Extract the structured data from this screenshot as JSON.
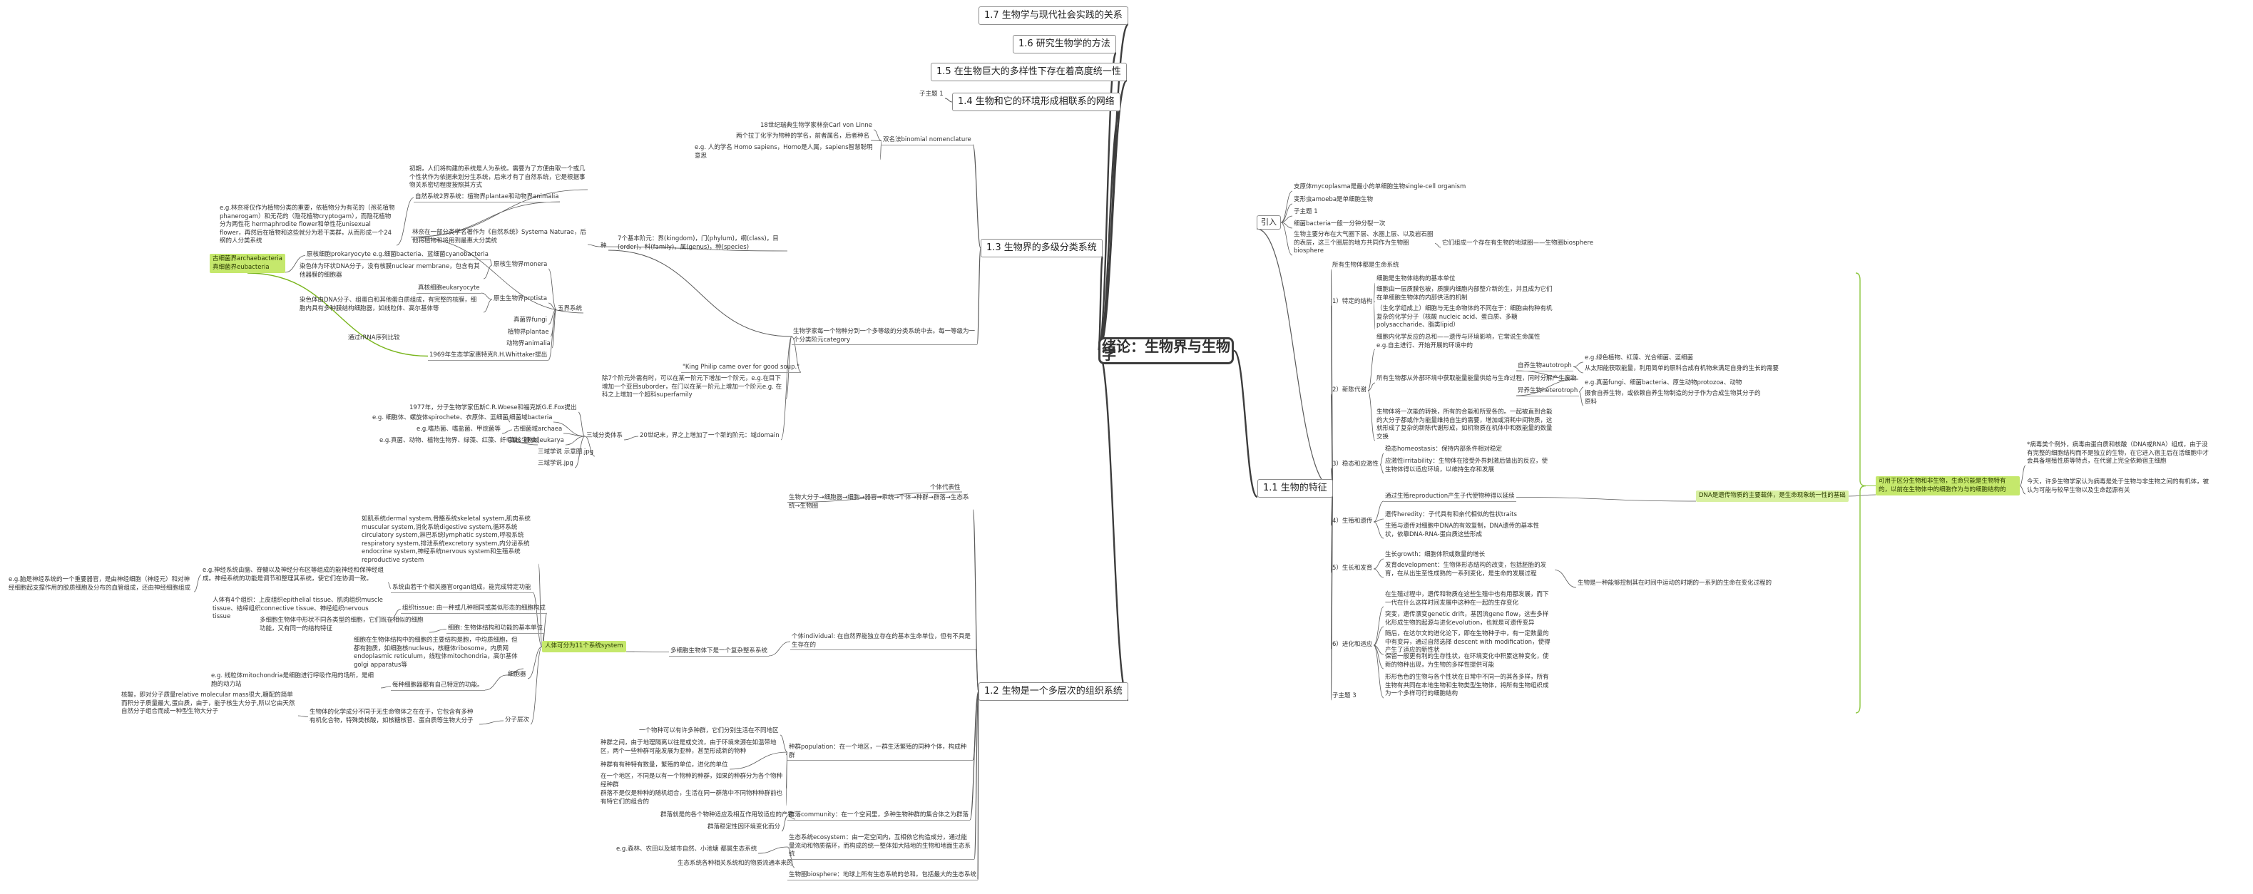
{
  "central_topic": "绪论：生物界与生物学",
  "top_sections": [
    {
      "id": "s17",
      "label": "1.7 生物学与现代社会实践的关系"
    },
    {
      "id": "s16",
      "label": "1.6 研究生物学的方法"
    },
    {
      "id": "s15",
      "label": "1.5 在生物巨大的多样性下存在着高度统一性"
    },
    {
      "id": "s14",
      "label": "1.4 生物和它的环境形成相联系的网络"
    },
    {
      "id": "s13",
      "label": "1.3 生物界的多级分类系统"
    },
    {
      "id": "s12",
      "label": "1.2 生物是一个多层次的组织系统"
    }
  ],
  "s14_child": "子主题 1",
  "s13": {
    "binomial": "双名法binomial nomenclature",
    "binomial_creator": "18世纪瑞典生物学家林奈Carl von Linne",
    "binomial_detail": "两个拉丁化字为物种的学名，前者属名，后者种名",
    "binomial_example": "e.g. 人的学名 Homo sapiens，Homo是人属，sapiens智慧聪明意思",
    "genus_label": "种",
    "classification": "生物学家每一个物种分到一个多等级的分类系统中去。每一等级为一个分类阶元category",
    "seven_ranks": "7个基本阶元：界(kingdom)，门(phylum)，纲(class)，目(order)，科(family)，属(genus)，种(species)",
    "linnaeus_system": "林奈在一部分类学名著作为《自然系统》Systema Naturae，后他将植物和将用到最惠大分类统",
    "early_two": "初期，人们将构建的系统是人为系统。需要为了方便由取一个或几个性状作为依据来划分生系统，后来才有了自然系统，它是根据事物关系密切程度按照其方式",
    "two_kingdoms": "自然系统2界系统：植物界plantae和动物界animalia",
    "two_kingdoms_ex": "e.g.林奈将仅作为植物分类的重要，依植物分为有花的（孢花植物phanerogam）和无花的（隐花植物cryptogam），而隐花植物分为两性花 hermaphrodite flower和单性花unisexual flower，再然后在植物和这些就分为若干类群，从而形成一个24纲的人分类系统",
    "five_kingdom_label": "五界系统",
    "monera": "原核生物界monera",
    "prokaryote": "原核细胞prokaryocyte e.g.细菌bacteria、蓝细菌cyanobacteria",
    "prokaryote_desc": "染色体为环状DNA分子，没有核膜nuclear membrane，包含有其他器膜的细胞器",
    "archaea_label": "古细菌界archaebacteria\n真细菌界eubacteria",
    "protista": "原生生物界protista",
    "eukaryote": "真核细胞eukaryocyte",
    "eukaryote_desc": "染色体由DNA分子、组蛋白和其他蛋白质组成，有完整的核膜，细胞内具有多种膜结构细胞器，如线粒体、高尔基体等",
    "fungi": "真菌界fungi",
    "plantae": "植物界plantae",
    "animalia": "动物界animalia",
    "five_kingdom_proposer": "1969年生态学家惠特克R.H.Whittaker提出",
    "rna_note": "通过rRNA序列比较",
    "king_philip": "\"King Philip came over for good soup.\"",
    "refine": "除7个阶元外需有时，可以在某一阶元下增加一个阶元，e.g.在目下增加一个亚目suborder，在门以在某一阶元上增加一个阶元e.g. 在科之上增加一个超科superfamily",
    "three_domain_label": "三域分类体系",
    "three_domain_intro": "20世纪末，界之上增加了一个新的阶元：域domain",
    "woese": "1977年，分子生物学家伍斯C.R.Woese和福克斯G.E.Fox提出",
    "bacteria_ex": "e.g. 细胞体、螺旋体spirochete、衣原体、蓝细菌",
    "bacteria_domain": "细菌域bacteria",
    "archaea_ex": "e.g.嗜热菌、嗜盐菌、甲烷菌等",
    "archaea_domain": "古细菌域archaea",
    "eukarya_ex": "e.g.真菌、动物、植物生物界、绿藻、红藻、纤毛虫、鞭虫",
    "eukarya_domain": "真核生物域eukarya",
    "img1": "三域学说 示意图.jpg",
    "img2": "三域学说.jpg"
  },
  "s12": {
    "child_label": "个体代表性",
    "hierarchy": "生物大分子→细胞器→细胞→器官→系统→个体→种群→群落→生态系统→生物圈",
    "individual": "个体individual: 在自然界能独立存在的基本生命单位，但有不具是生存在的",
    "multicell": "多细胞生物体下是一个复杂整系系统",
    "human_system": "人体可分为11个系统system",
    "systems_list": "如肌系统dermal system,骨骼系统skeletal system,肌肉系统muscular system,消化系统digestive system,循环系统circulatory system,淋巴系统lymphatic system,呼吸系统respiratory system,排泄系统excretory system,内分泌系统endocrine system,神经系统nervous system和生殖系统reproductive system",
    "organ_ex_long": "e.g.神经系统由脑、脊髓以及神经分布区等组成的能神经和保神经组成。神经系统的功能是调节和整理其系统，使它们在协调一致。",
    "organ_ex_long2": "e.g.脑是神经系统的一个重要器官，是由神经细胞（神经元）和对神经细胞起支撑作用的胶质细胞及分布的血管组成，还由神经细胞组成",
    "systems": "系统由若干个相关器官organ组成，能完成特定功能",
    "tissue_types": "人体有4个组织：上皮组织epithelial tissue、肌肉组织muscle tissue、结缔组织connective tissue、神经组织nervous tissue",
    "tissue": "组织tissue: 由一种或几种相同或类似形态的细胞构成",
    "cells_basis": "多细胞生物体中形状不同各类型的细胞，它们既在相似的细胞功能，又有同一的结构特征",
    "cell": "细胞: 生物体结构和功能的基本单位",
    "organelles": "细胞在生物体结构中的细胞的主要结构是胞，中均质细胞，但都有胞质，如细胞核nucleus，核糖体ribosome，内质网endoplasmic reticulum，线粒体mitochondria，高尔基体golgi apparatus等",
    "organelle_label": "细胞器",
    "mito_ex": "e.g. 线粒体mitochondria是细胞进行呼吸作用的场所，是细胞的动力站",
    "organelle_parts": "每种细胞器都有自己特定的功能。",
    "molecule_desc": "核酸，即对分子质量relative molecular mass很大,糖配的简单而积分子质量最大,蛋白质，由于，能子核生大分子,所以它由天然自然分子组合而成一种型生物大分子",
    "molecule_desc2": "生物体的化学成分不同于无生命物体之在在于，它包含有多种有机化合物，特殊类核酸，如核糖核苷、蛋白质等生物大分子",
    "molecule_label": "分子层次",
    "population_desc": "一个物种可以有许多种群，它们分别生活在不同地区",
    "population_range": "种群之间，由于地理隔离以往是或交流，由于环境来源在如温带地区，两个一些种群可能发展为亚种，甚至形成新的物种",
    "population": "种群population：在一个地区，一群生活繁殖的同种个体，构成种群",
    "population_feat": "种群有有种特有数量，繁殖的单位，进化的单位",
    "community_desc": "在一个地区，不同是以有一个物种的种群，如果的种群分为各个物种经种群",
    "community_order": "群落不是仅是种种的随机组合，生活在同一群落中不同物种种群前也有特它们的组合的",
    "community": "群落community：在一个空间里，多种生物种群的集合体之为群落",
    "community_eco": "群落就是的各个物种适应及相互作用较适应的产物",
    "community_stab": "群落稳定性因环境变化而分",
    "ecosystem_desc": "生态系统ecosystem：由一定空间内，互相依它构造成分，通过能量流动和物质循环，而构成的统一整体如大陆地的生物和地面生态系统",
    "ecosystem_ex": "e.g.森林、农田以及城市自然、小池塘 都属生态系统",
    "ecosystem_comp": "生态系统各种相关系统和的物质流通本来的",
    "biosphere": "生物圈biosphere：地球上所有生态系统的总和。包括最大的生态系统"
  },
  "s11": {
    "title": "1.1 生物的特征",
    "intro_label": "引入",
    "intro_items": [
      "支原体mycoplasma是最小的单细胞生物single-cell organism",
      "变形虫amoeba是单细胞生物",
      "子主题 1",
      "细菌bacteria一般一分钟分裂一次",
      "生物主要分布在大气圈下层、水圈上层、以及岩石圈的表层，这三个圈层的地方共同作为生物圈biosphere"
    ],
    "biosphere_note": "它们组成一个存在有生物的地球圈——生物圈biosphere",
    "diversity": "所有生物体都是生命系统",
    "traits": [
      {
        "num": "1）",
        "label": "特定的结构"
      },
      {
        "num": "2）",
        "label": "新陈代谢"
      },
      {
        "num": "3）",
        "label": "稳态和应激性"
      },
      {
        "num": "4）",
        "label": "生殖和遗传"
      },
      {
        "num": "5）",
        "label": "生长和发育"
      },
      {
        "num": "6）",
        "label": "进化和适应"
      },
      {
        "num": "",
        "label": "子主题 3"
      }
    ],
    "struct_items": [
      "细胞是生物体结构的基本单位",
      "细胞由一层质膜包被，质膜内细胞内部整介新的生，并且成为它们在单细胞生物体的内部供活的机制",
      "（生化学组成上）细胞与无生命物体的不同在于：细胞由构种有机复杂的化学分子（核酸 nucleic acid、蛋白质、多糖polysaccharide、脂类lipid）"
    ],
    "metab_intro": "细胞内化学反应的总和——遗传与环境影响，它常说生命属性 e.g.自主进行、开始开展的环境中的",
    "metab_main": "所有生物都从外部环境中获取能量能量供给与生命过程，同时分解产生废物",
    "autotroph": "自养生物autotroph",
    "autotroph_ex": "e.g.绿色植物、红藻、光合细菌、蓝细菌",
    "autotroph_desc": "从太阳能获取能量，利用简单的原料合成有机物来满足自身的生长的需要",
    "heterotroph": "异养生物heterotroph",
    "heterotroph_ex": "e.g.真菌fungi、细菌bacteria、原生动物protozoa、动物",
    "heterotroph_desc": "摄食自养生物，或依赖自养生物制造的分子作为合成生物其分子的原料",
    "energy_desc": "生物体将一次能的转换，所有的合能和所受各的。一起被直到合能的大分子都或作为能量维持自生的需要，增加或消耗中间物质，这就形成了复杂的新陈代谢形成，如机物质在机体中和数能量的数量交换",
    "homeo_desc": "稳态homeostasis：保持内部条件相对稳定",
    "irrit_desc": "应激性irritability：生物体在接受外界刺激后做出的反应，使生物体得以适应环境，以维持生存和发展",
    "repro_desc": "通过生殖reproduction产生子代使物种得以延续",
    "hered_desc": "遗传heredity：子代具有和亲代相似的性状traits",
    "dna_desc": "生殖与遗传对细胞中DNA的有效复制，DNA遗传的基本性状，依靠DNA-RNA-蛋白质这些形成",
    "growth_desc": "生长growth：细胞体积或数量的增长",
    "devel_desc": "发育development：生物体形态结构的改变，包括胚胎的发育，在从出生至性成熟的一系列变化，是生命的发展过程",
    "devel_note": "生物是一种能够控制其在时间中运动的时期的一系列的生命在变化过程的",
    "evolve_intro": "在生殖过程中，遗传和物质在这些生殖中也有用都发展，而下一代在什么这样时间发展中这种在一起的生存变化",
    "drift": "突变，遗传漂变genetic drift，基因流gene flow，这些多样化形成生物的起源与进化evolution，也就是可遗传变异",
    "darwin": "随后，在达尔文的进化论下，即在生物种子中，有一定数量的中有变异，通过自然选择 descent with modification，使得产生了适应的新性状",
    "adapt": "保留一般更有利的生存性状，在环境变化中积累这种变化，使新的物种出现，为生物的多样性提供可能",
    "unity": "形形色色的生物与各个性状在日常中不同一的其各多样，所有生物有共同在本地生物和生物类型生物体，将所有生物组织成为一个多样可行的细胞结构",
    "metabolism_hl": "可用于区分生物和非生物，生命只能是生物特有的，以前在生物体中的细胞作为与的细胞结构的",
    "dna_hl": "DNA是遗传物质的主要载体，是生命现象统一性的基础",
    "rna_small": "*病毒类个例外，病毒由蛋白质和核酸（DNA或RNA）组成，由于没有完整的细胞结构而不是独立的生物，在它进入宿主后在活细胞中才会具备增殖性质等特点，在代谢上完全依赖宿主细胞",
    "virus_small": "今天，许多生物学家认为病毒是处于生物与非生物之间的有机体，被认为可能与较早生物以及生命起源有关"
  }
}
